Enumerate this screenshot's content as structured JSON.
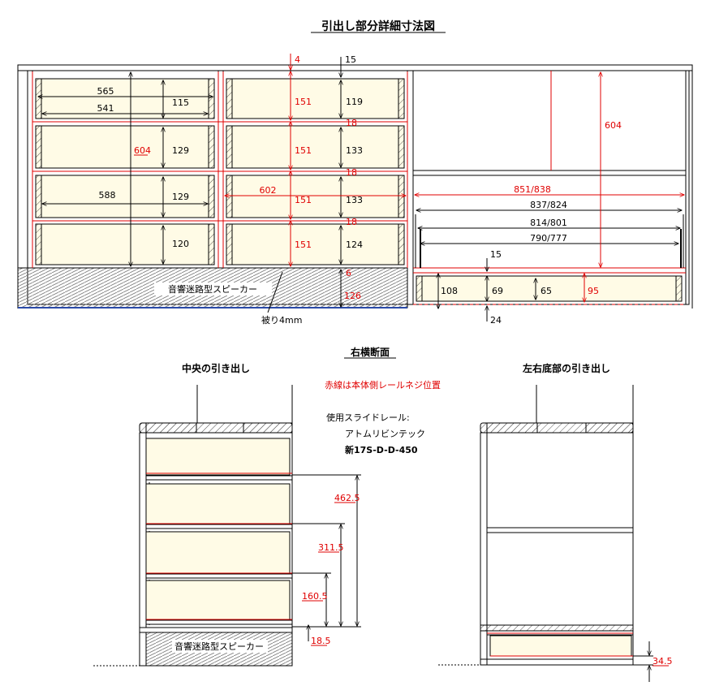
{
  "title": "引出し部分詳細寸法図",
  "section_title": "右横断面",
  "center_drawer_label": "中央の引き出し",
  "left_right_drawer_label": "左右底部の引き出し",
  "speaker_label": "音響迷路型スピーカー",
  "cover_label": "被り4mm",
  "red_note": "赤線は本体側レールネジ位置",
  "rail_label": "使用スライドレール:",
  "rail_maker": "アトムリビンテック",
  "rail_model": "新17S-D-D-450",
  "dims": {
    "d565": "565",
    "d541": "541",
    "d115": "115",
    "d129a": "129",
    "d604a": "604",
    "d588": "588",
    "d129b": "129",
    "d120": "120",
    "d4": "4",
    "d15a": "15",
    "d151a": "151",
    "d119": "119",
    "d18a": "18",
    "d151b": "151",
    "d133a": "133",
    "d18b": "18",
    "d602": "602",
    "d151c": "151",
    "d133b": "133",
    "d18c": "18",
    "d151d": "151",
    "d124": "124",
    "d6": "6",
    "d126": "126",
    "d604b": "604",
    "d851": "851/838",
    "d837": "837/824",
    "d814": "814/801",
    "d790": "790/777",
    "d15b": "15",
    "d108": "108",
    "d69": "69",
    "d65": "65",
    "d95": "95",
    "d24": "24",
    "d462": "462.5",
    "d311": "311.5",
    "d160": "160.5",
    "d18_5": "18.5",
    "d34_5": "34.5"
  },
  "colors": {
    "drawer_fill": "#fffbe6",
    "red": "#e00000",
    "frame_fill": "#eef2fa"
  }
}
